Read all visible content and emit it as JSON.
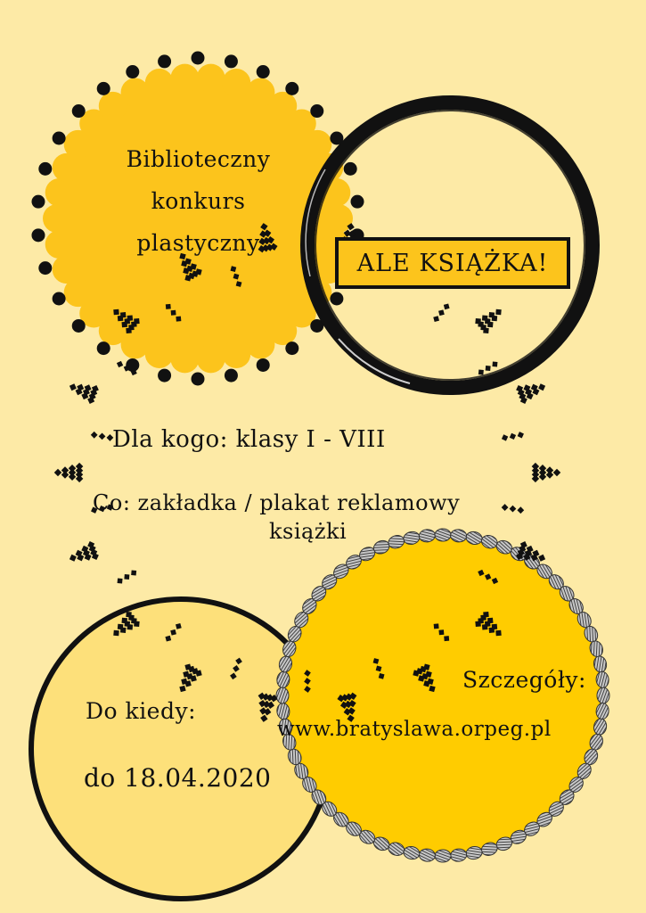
{
  "colors": {
    "background": "#FDEAA6",
    "top_circle_fill": "#FCC41C",
    "title_box_fill": "#FCC41C",
    "bottom_left_circle_fill": "#FDE07A",
    "bottom_right_circle_fill": "#FFCC00",
    "ink": "#111111",
    "bead_gray": "#A8A8A8"
  },
  "header": {
    "subtitle_lines": [
      "Biblioteczny",
      "konkurs",
      "plastyczny"
    ],
    "title": "ALE KSIĄŻKA!"
  },
  "details": {
    "audience_label": "Dla kogo:",
    "audience_value": "klasy I - VIII",
    "what_label": "Co:",
    "what_value": "zakładka / plakat reklamowy",
    "what_value_cont": "książki"
  },
  "deadline": {
    "label": "Do kiedy:",
    "value": "do 18.04.2020"
  },
  "more_info": {
    "label": "Szczegóły:",
    "url": "www.bratyslawa.orpeg.pl"
  },
  "decorations": {
    "top_circle": "scalloped-circle-with-dots",
    "ring": "brush-stroke-ring",
    "big_circle": "diamond-zigzag-ring",
    "bottom_right_border": "beaded-ring"
  }
}
